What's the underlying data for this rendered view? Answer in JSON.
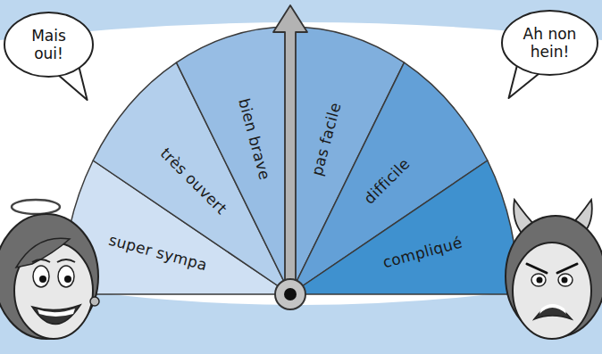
{
  "diagram": {
    "nodes": [
      {
        "text": [
          "Mais oui!"
        ]
      },
      {
        "text": [
          "super sympa"
        ]
      },
      {
        "text": [
          "très ouvert"
        ]
      },
      {
        "text": [
          "bien brave"
        ]
      },
      {
        "text": [
          "pas facile"
        ]
      },
      {
        "text": [
          "difficile"
        ]
      },
      {
        "text": [
          "compliqué"
        ]
      },
      {
        "text": [
          "Ah non hein!"
        ]
      }
    ]
  }
}
